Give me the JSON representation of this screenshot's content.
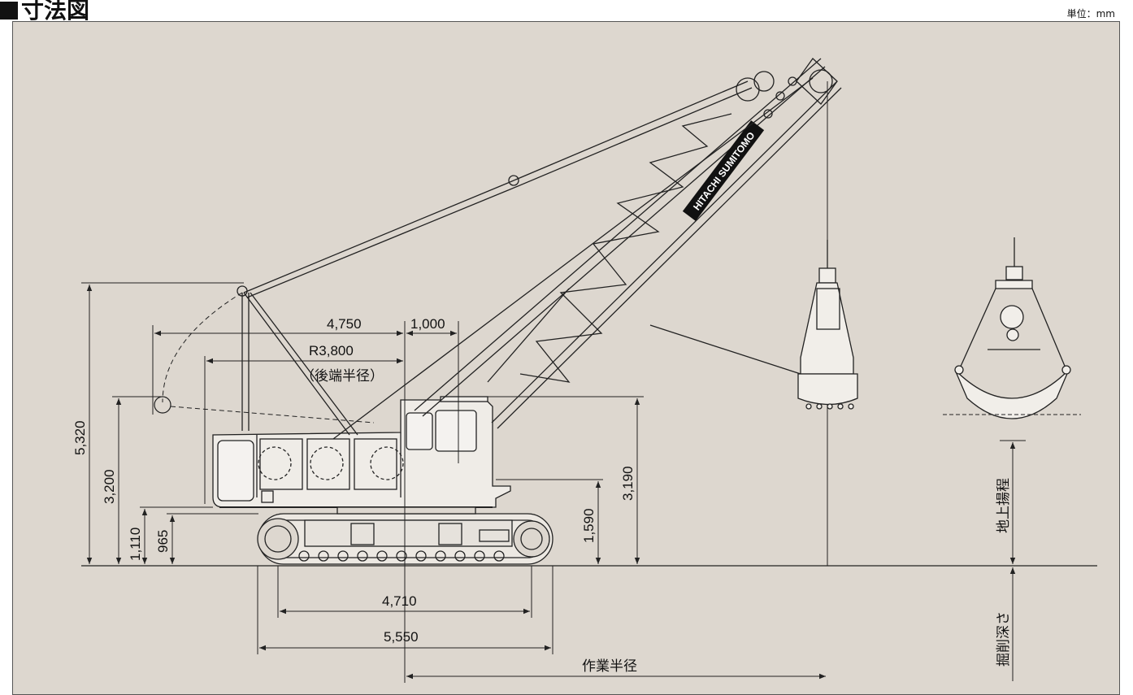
{
  "header": {
    "title": "寸法図",
    "unit": "単位：mm"
  },
  "colors": {
    "panel": "#ddd7cf",
    "line": "#222222"
  },
  "brand": "HITACHI SUMITOMO",
  "dims": {
    "d4750": "4,750",
    "d1000": "1,000",
    "r3800": "R3,800",
    "tail": "（後端半径）",
    "d5320": "5,320",
    "d3200": "3,200",
    "d1110": "1,110",
    "d965": "965",
    "d1590": "1,590",
    "d3190": "3,190",
    "d4710": "4,710",
    "d5550": "5,550",
    "radius": "作業半径",
    "lift": "地上揚程",
    "depth": "掘削深さ"
  }
}
